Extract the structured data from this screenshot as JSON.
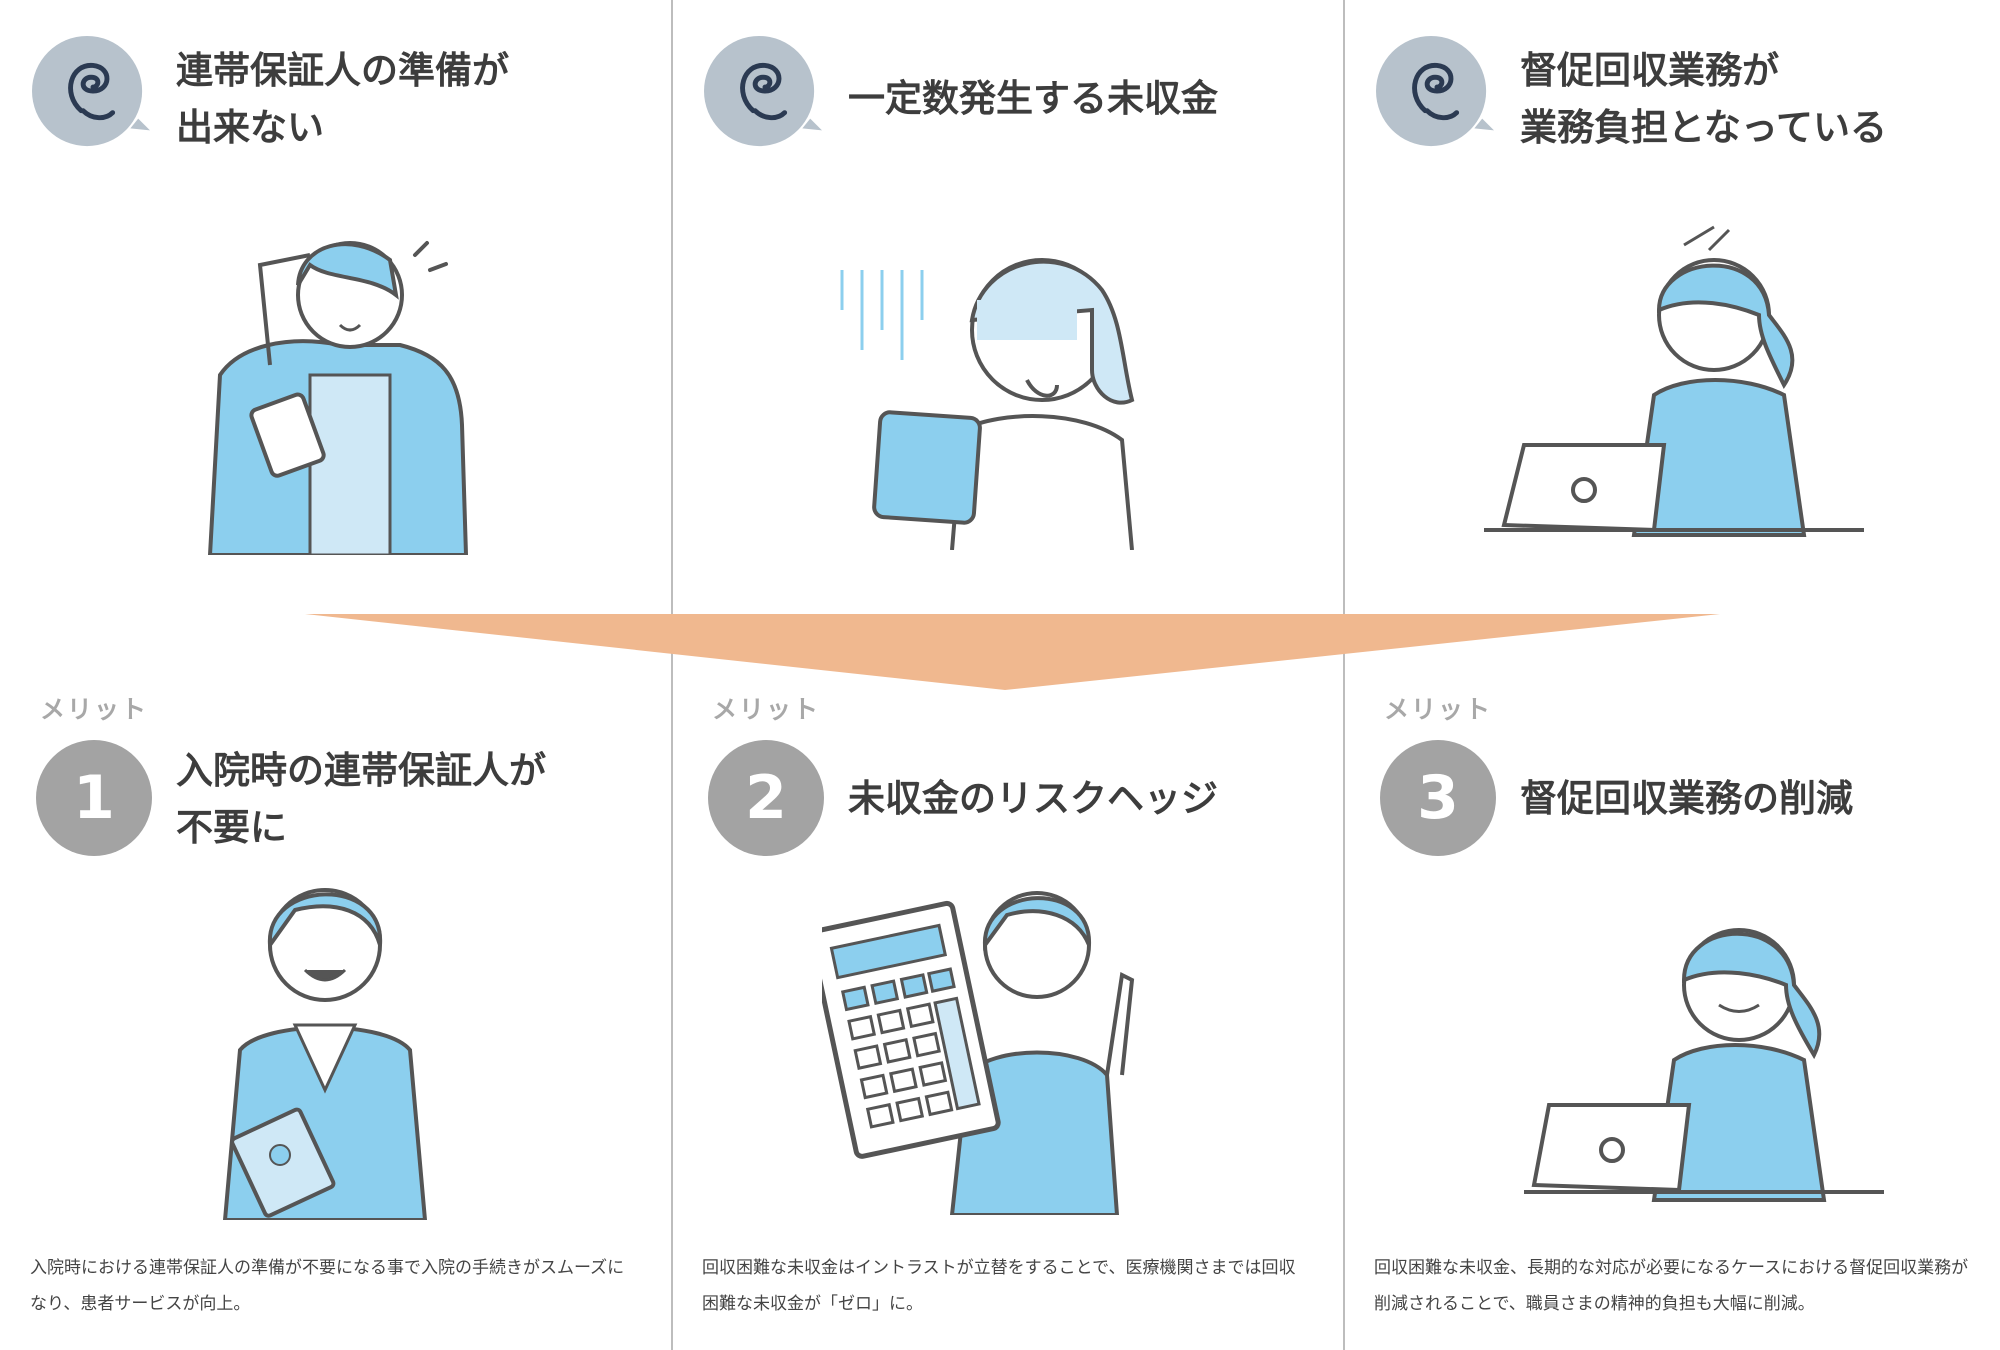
{
  "problems": [
    {
      "title": "連帯保証人の準備が\n出来ない",
      "icon": "worried-swirl-icon",
      "illustration": "woman-scratching-head-with-phone"
    },
    {
      "title": "一定数発生する未収金",
      "icon": "worried-swirl-icon",
      "illustration": "shocked-woman-with-tablet"
    },
    {
      "title": "督促回収業務が\n業務負担となっている",
      "icon": "worried-swirl-icon",
      "illustration": "tired-woman-at-laptop"
    }
  ],
  "merits": [
    {
      "label": "メリット",
      "number": "1",
      "title": "入院時の連帯保証人が\n不要に",
      "description": "入院時における連帯保証人の準備が不要になる事で入院の手続きがスムーズになり、患者サービスが向上。",
      "illustration": "smiling-woman-with-report"
    },
    {
      "label": "メリット",
      "number": "2",
      "title": "未収金のリスクヘッジ",
      "description": "回収困難な未収金はイントラストが立替をすることで、医療機関さまでは回収困難な未収金が「ゼロ」に。",
      "illustration": "woman-with-calculator-pointing"
    },
    {
      "label": "メリット",
      "number": "3",
      "title": "督促回収業務の削減",
      "description": "回収困難な未収金、長期的な対応が必要になるケースにおける督促回収業務が削減されることで、職員さまの精神的負担も大幅に削減。",
      "illustration": "calm-woman-at-laptop"
    }
  ],
  "colors": {
    "accent_blue": "#8ccfee",
    "arrow_orange": "#f0b88f",
    "badge_gray": "#a3a3a3",
    "bubble_gray": "#b7c2cc",
    "ink_navy": "#2b3a52"
  }
}
